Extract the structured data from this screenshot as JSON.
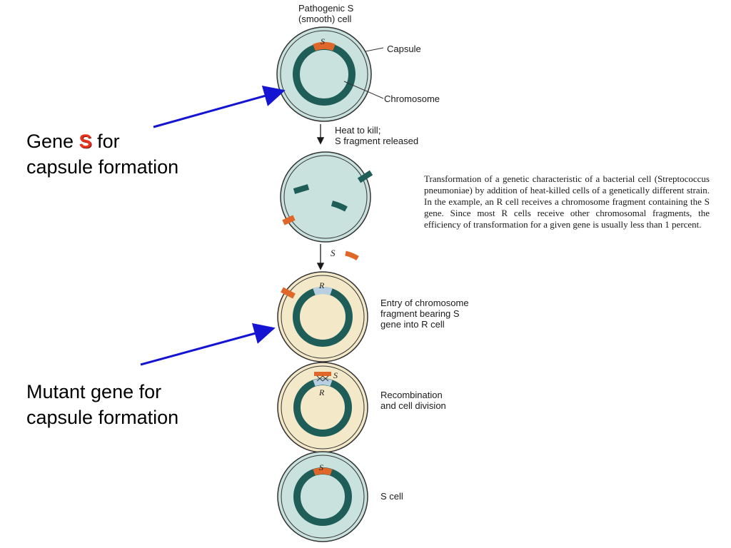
{
  "figure": {
    "top_label_line1": "Pathogenic S",
    "top_label_line2": "(smooth) cell",
    "capsule_label": "Capsule",
    "chromosome_label": "Chromosome",
    "step1_line1": "Heat to kill;",
    "step1_line2": "S fragment released",
    "step2_label": "S",
    "step3_line1": "Entry of chromosome",
    "step3_line2": "fragment bearing S",
    "step3_line3": "gene into R cell",
    "step4_line1": "Recombination",
    "step4_line2": "and cell division",
    "step5_label": "S cell",
    "gene_s": "S",
    "gene_r": "R"
  },
  "caption": "Transformation of a genetic characteristic of a bacterial cell (Streptococcus pneumoniae) by addition of heat-killed cells of a genetically different strain. In the example, an R cell receives a chromosome fragment containing the S gene. Since most R cells receive other chromosomal fragments, the efficiency of transformation for a given gene is usually less than 1 percent.",
  "callouts": {
    "gene_s_prefix": "Gene",
    "gene_s_letter": "S",
    "gene_s_suffix": "for",
    "gene_s_line2": "capsule formation",
    "mutant_line1": "Mutant gene for",
    "mutant_line2": "capsule formation"
  },
  "colors": {
    "s_cell_fill": "#c9e2de",
    "r_cell_fill": "#f3e8c8",
    "chromosome": "#1f5e58",
    "s_gene": "#e0672a",
    "r_gene": "#b7cfe0",
    "arrow_blue": "#1414d2"
  }
}
